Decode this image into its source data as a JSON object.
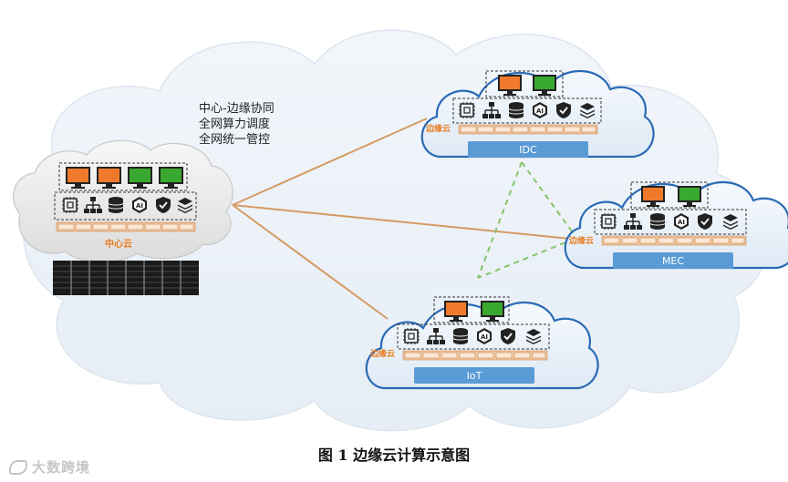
{
  "annotation": {
    "lines": [
      "中心-边缘协同",
      "全网算力调度",
      "全网统一管控"
    ]
  },
  "center_cloud": {
    "label": "中心云"
  },
  "edge_clouds": [
    {
      "id": "idc",
      "tag": "边缘云",
      "name": "IDC"
    },
    {
      "id": "mec",
      "tag": "边缘云",
      "name": "MEC"
    },
    {
      "id": "iot",
      "tag": "边缘云",
      "name": "IoT"
    }
  ],
  "caption": "图 1 边缘云计算示意图",
  "watermark": "大数跨境",
  "colors": {
    "connector_solid": "#d59a62",
    "connector_dashed": "#86c469",
    "cloud_fill": "#e9f2fa",
    "cloud_border": "#2a6ab5",
    "platform_bar": "#5b9bd5",
    "chip_orange": "#f2c7a0",
    "label_orange": "#e87b1e",
    "monitor_orange": "#f07a2c",
    "monitor_green": "#39a82f"
  },
  "icons": [
    "cpu-icon",
    "network-icon",
    "database-icon",
    "ai-icon",
    "shield-icon",
    "layers-icon"
  ]
}
